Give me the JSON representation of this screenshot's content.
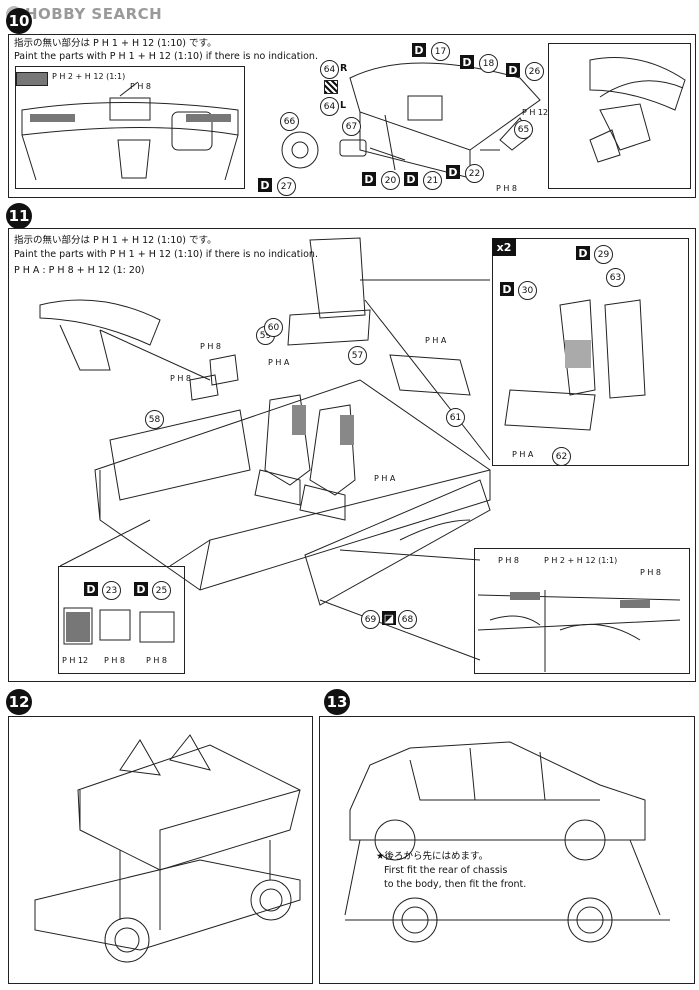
{
  "header": {
    "logo_text": "HOBBY SEARCH"
  },
  "step10": {
    "number": "10",
    "note_jp": "指示の無い部分は P H 1 + H 12 (1:10) です。",
    "note_en": "Paint the parts with P H 1 + H 12 (1:10) if there is no indication.",
    "swatch_label": "P H 2 + H 12 (1:1)",
    "ph8": "P H 8",
    "ph12": "P H 12",
    "parts": [
      "64",
      "R",
      "64",
      "L",
      "66",
      "67",
      "17",
      "18",
      "26",
      "65",
      "27",
      "20",
      "21",
      "22"
    ]
  },
  "step11": {
    "number": "11",
    "note_jp": "指示の無い部分は P H 1 + H 12 (1:10) です。",
    "note_en": "Paint the parts with P H 1 + H 12 (1:10) if there is no indication.",
    "note_ratio": "P H A : P H 8 + H 12 (1: 20)",
    "multiplier": "x2",
    "parts": [
      "59",
      "60",
      "57",
      "58",
      "61",
      "69",
      "68",
      "29",
      "30",
      "63",
      "62",
      "23",
      "25"
    ],
    "labels": {
      "pha": "P H A",
      "ph8": "P H 8",
      "ph12": "P H 12",
      "ph2_12": "P H 2 + H 12 (1:1)"
    }
  },
  "step12": {
    "number": "12"
  },
  "step13": {
    "number": "13",
    "note_jp": "★後ろから先にはめます。",
    "note_en_1": "First fit the rear of chassis",
    "note_en_2": "to the body, then fit the front."
  }
}
